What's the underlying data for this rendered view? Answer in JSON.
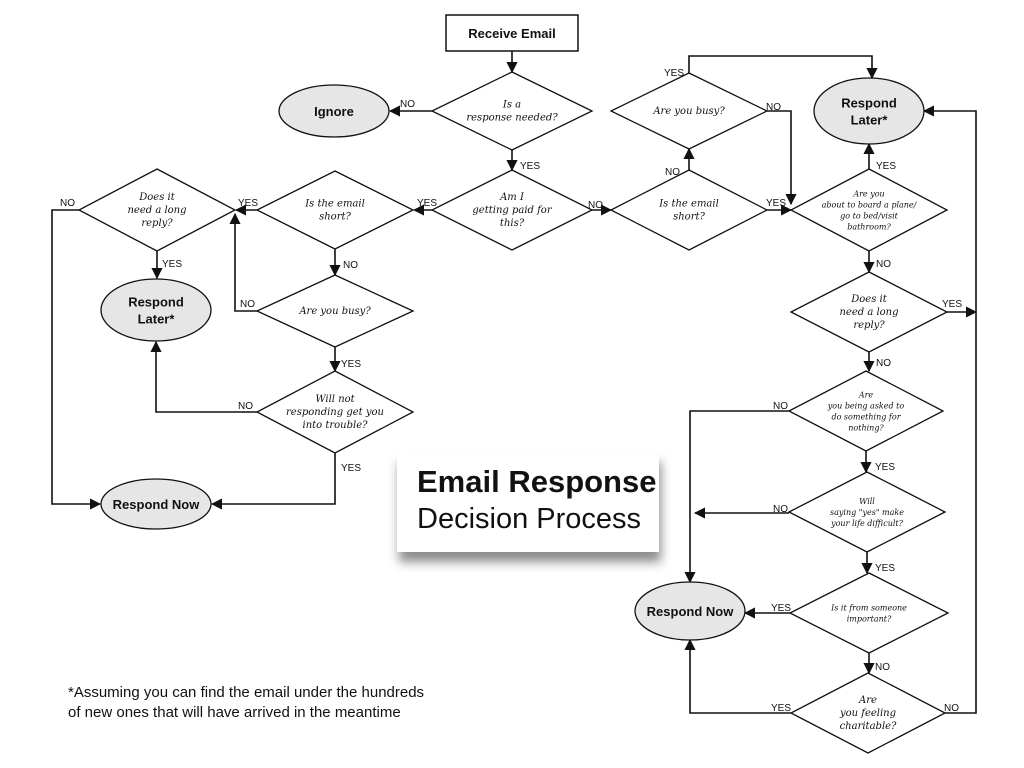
{
  "title": {
    "line1": "Email Response",
    "line2": "Decision Process"
  },
  "footnote": [
    "*Assuming you can find the email under the hundreds",
    "of new ones that will have arrived in the meantime"
  ],
  "labels": {
    "yes": "YES",
    "no": "NO"
  },
  "nodes": {
    "receive_email": [
      "Receive Email"
    ],
    "ignore": [
      "Ignore"
    ],
    "response_needed": [
      "Is a",
      "response needed?"
    ],
    "paid": [
      "Am I",
      "getting paid for",
      "this?"
    ],
    "left_short": [
      "Is the email",
      "short?"
    ],
    "left_long_reply": [
      "Does it",
      "need a long",
      "reply?"
    ],
    "left_respond_later": [
      "Respond",
      "Later*"
    ],
    "left_busy": [
      "Are you busy?"
    ],
    "left_trouble": [
      "Will not",
      "responding get you",
      "into trouble?"
    ],
    "left_respond_now": [
      "Respond Now"
    ],
    "right_busy": [
      "Are you busy?"
    ],
    "right_short": [
      "Is the email",
      "short?"
    ],
    "right_respond_later": [
      "Respond",
      "Later*"
    ],
    "board_plane": [
      "Are you",
      "about to board a plane/",
      "go to bed/visit",
      "bathroom?"
    ],
    "right_long_reply": [
      "Does it",
      "need a long",
      "reply?"
    ],
    "nothing": [
      "Are",
      "you being asked to",
      "do something for",
      "nothing?"
    ],
    "yes_difficult": [
      "Will",
      "saying \"yes\" make",
      "your life difficult?"
    ],
    "important": [
      "Is it from someone",
      "important?"
    ],
    "charitable": [
      "Are",
      "you feeling",
      "charitable?"
    ],
    "right_respond_now": [
      "Respond Now"
    ]
  }
}
